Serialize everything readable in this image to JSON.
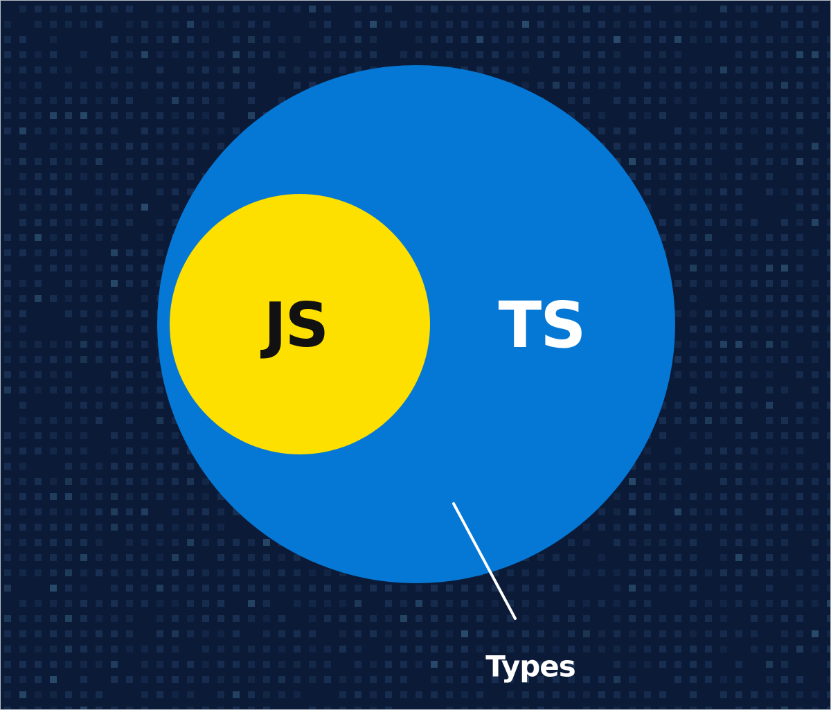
{
  "diagram": {
    "outer_set": {
      "label": "TS",
      "fill": "#0577d4",
      "label_color": "#ffffff"
    },
    "inner_set": {
      "label": "JS",
      "fill": "#fde000",
      "label_color": "#111111"
    },
    "callout": {
      "label": "Types",
      "line_color": "#ffffff",
      "label_color": "#ffffff"
    }
  },
  "colors": {
    "background": "#0b1a37",
    "pattern_cell": "#1a3154",
    "pattern_cell_bright": "#2a4c6c"
  }
}
